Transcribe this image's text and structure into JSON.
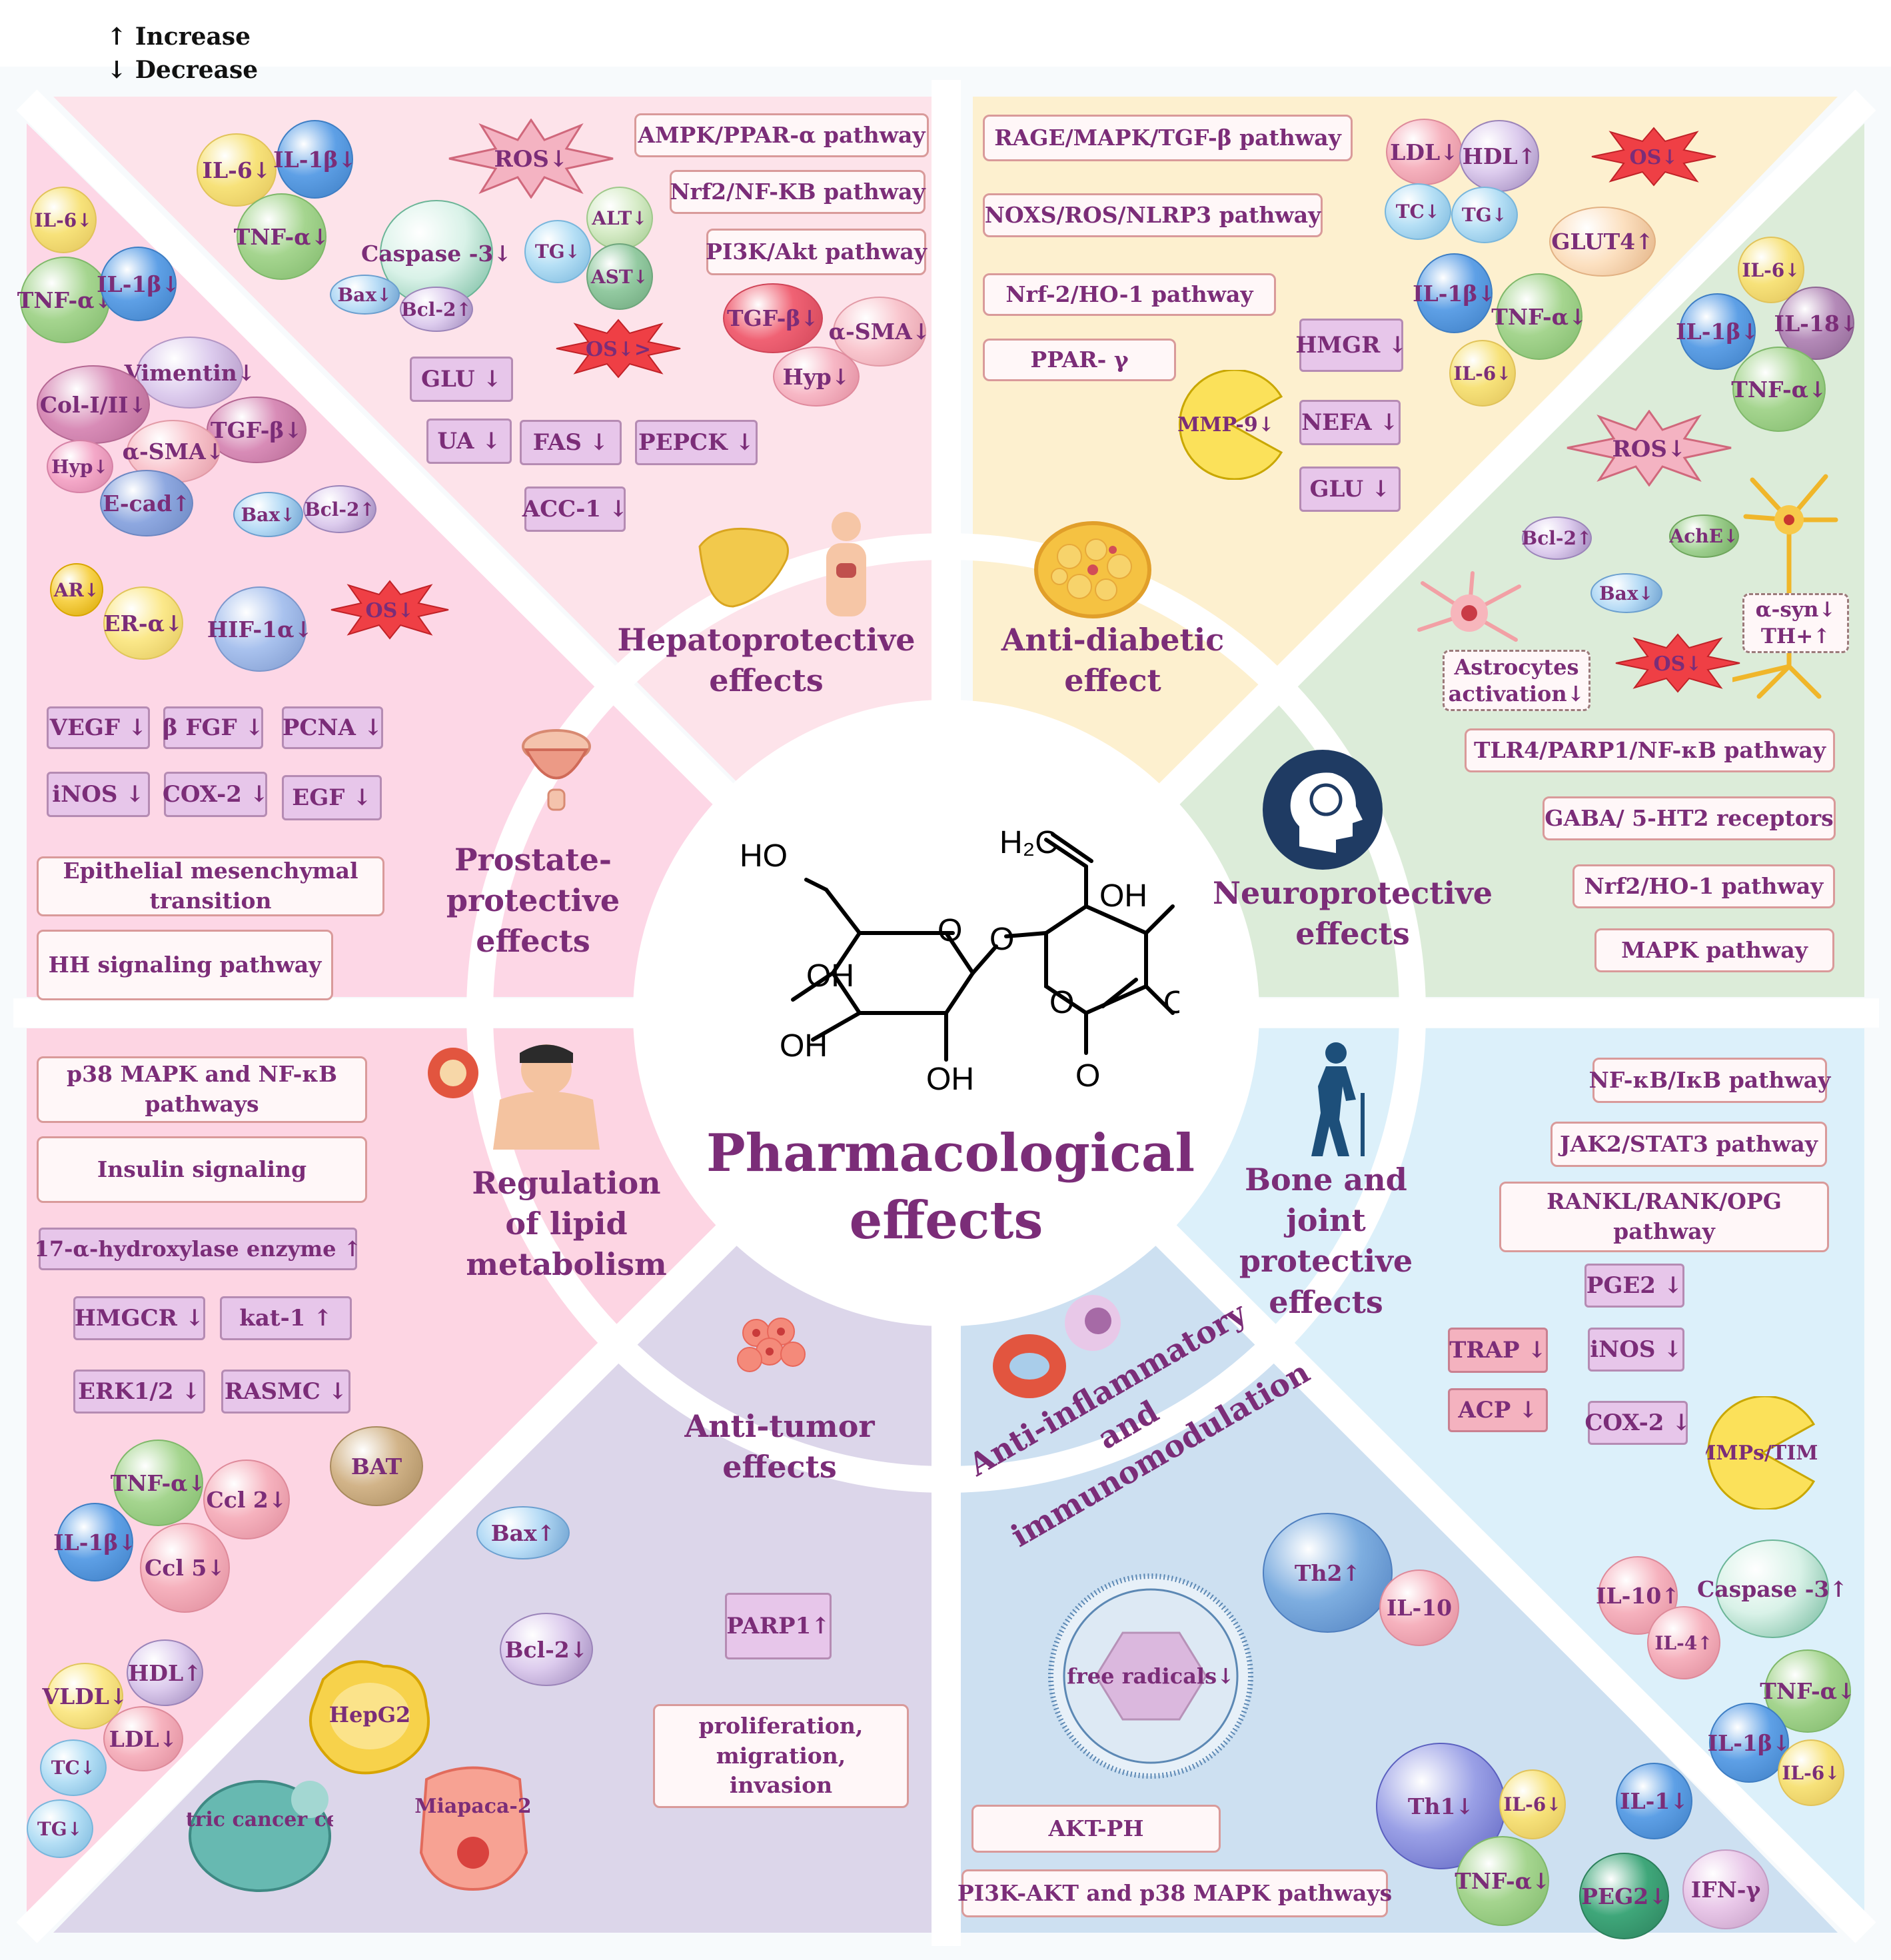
{
  "legend": {
    "increase": "↑ Increase",
    "decrease": "↓ Decrease"
  },
  "center": {
    "title_line1": "Pharmacological",
    "title_line2": "effects"
  },
  "molecule": {
    "ho": "HO",
    "h2c": "H₂C",
    "oh_top": "OH",
    "oh_inner": "OH",
    "oh_left": "OH",
    "oh_bottom": "OH",
    "o_ring1": "O",
    "o_link": "O",
    "o_ring2": "O",
    "o_ring3": "O",
    "o_carbonyl": "O"
  },
  "sections": {
    "hepato": [
      "Hepatoprotective",
      "effects"
    ],
    "diabetic": [
      "Anti-diabetic",
      "effect"
    ],
    "neuro": [
      "Neuroprotective",
      "effects"
    ],
    "bone": [
      "Bone and",
      "joint",
      "protective",
      "effects"
    ],
    "inflam": [
      "Anti-inflammatory",
      "and",
      "immunomodulation"
    ],
    "tumor": [
      "Anti-tumor",
      "effects"
    ],
    "lipid": [
      "Regulation",
      "of lipid",
      "metabolism"
    ],
    "prostate": [
      "Prostate-",
      "protective",
      "effects"
    ]
  },
  "boxes": {
    "ampk": "AMPK/PPAR-α pathway",
    "nrf2nfkb": "Nrf2/NF-KB pathway",
    "pi3k": "PI3K/Akt pathway",
    "rage": "RAGE/MAPK/TGF-β pathway",
    "noxs": "NOXS/ROS/NLRP3 pathway",
    "nrf2ho1_d": "Nrf-2/HO-1 pathway",
    "ppar": "PPAR- γ",
    "tlr4": "TLR4/PARP1/NF-κB pathway",
    "gaba": "GABA/ 5-HT2 receptors",
    "nrf2ho1_n": "Nrf2/HO-1 pathway",
    "mapk": "MAPK pathway",
    "emt": "Epithelial mesenchymal transition",
    "hh": "HH signaling pathway",
    "p38": "p38 MAPK and NF-κB pathways",
    "insulin": "Insulin signaling",
    "nfkb_ikb": "NF-κB/IκB pathway",
    "jak2": "JAK2/STAT3 pathway",
    "rankl": "RANKL/RANK/OPG pathway",
    "prolif": "proliferation, migration, invasion",
    "aktph": "AKT-PH",
    "pi3k_p38": "PI3K-AKT and p38 MAPK pathways"
  },
  "tags": {
    "glu_h": "GLU ↓",
    "ua": "UA ↓",
    "fas": "FAS ↓",
    "pepck": "PEPCK ↓",
    "acc1": "ACC-1 ↓",
    "hmgr": "HMGR ↓",
    "nefa": "NEFA ↓",
    "glu_d": "GLU ↓",
    "vegf": "VEGF ↓",
    "bfgf": "β FGF ↓",
    "pcna": "PCNA ↓",
    "inos_p": "iNOS ↓",
    "cox2_p": "COX-2 ↓",
    "egf": "EGF ↓",
    "hydrox": "17-α-hydroxylase enzyme ↑",
    "hmgcr": "HMGCR ↓",
    "kat1": "kat-1 ↑",
    "erk": "ERK1/2 ↓",
    "rasmc": "RASMC ↓",
    "pge2": "PGE2 ↓",
    "trap": "TRAP ↓",
    "inos_b": "iNOS ↓",
    "acp": "ACP ↓",
    "cox2_b": "COX-2 ↓",
    "parp1": "PARP1↑"
  },
  "markers": {
    "hep_il6": "IL-6↓",
    "hep_il1b": "IL-1β↓",
    "hep_tnfa": "TNF-α↓",
    "hep_casp3": "Caspase -3↓",
    "hep_bax": "Bax↓",
    "hep_bcl2": "Bcl-2↑",
    "hep_tg": "TG↓",
    "hep_alt": "ALT↓",
    "hep_ast": "AST↓",
    "hep_tgfb": "TGF-β↓",
    "hep_asma": "α-SMA↓",
    "hep_hyp": "Hyp↓",
    "hep_ros": "ROS↓",
    "hep_os": "OS↓>",
    "dia_ldl": "LDL↓",
    "dia_hdl": "HDL↑",
    "dia_tc": "TC↓",
    "dia_tg": "TG↓",
    "dia_os": "OS↓",
    "dia_glut4": "GLUT4↑",
    "dia_il1b": "IL-1β↓",
    "dia_tnfa": "TNF-α↓",
    "dia_il6": "IL-6↓",
    "dia_mmp9": "MMP-9↓",
    "neu_il6": "IL-6↓",
    "neu_il1b": "IL-1β↓",
    "neu_il18": "IL-18↓",
    "neu_tnfa": "TNF-α↓",
    "neu_ros": "ROS↓",
    "neu_bcl2": "Bcl-2↑",
    "neu_ache": "AchE↓",
    "neu_bax": "Bax↓",
    "neu_os": "OS↓",
    "neu_astro": "Astrocytes activation↓",
    "neu_asyn": "α-syn↓",
    "neu_th": "TH+↑",
    "pro_il6": "IL-6↓",
    "pro_tnfa": "TNF-α↓",
    "pro_il1b": "IL-1β↓",
    "pro_vim": "Vimentin↓",
    "pro_col": "Col-I/II↓",
    "pro_tgfb": "TGF-β↓",
    "pro_asma": "α-SMA↓",
    "pro_hyp": "Hyp↓",
    "pro_ecad": "E-cad↑",
    "pro_bax": "Bax↓",
    "pro_bcl2": "Bcl-2↑",
    "pro_ar": "AR↓",
    "pro_era": "ER-α↓",
    "pro_hif": "HIF-1α↓",
    "pro_os": "OS↓",
    "lip_tnfa": "TNF-α↓",
    "lip_ccl2": "Ccl 2↓",
    "lip_bat": "BAT",
    "lip_il1b": "IL-1β↓",
    "lip_ccl5": "Ccl 5↓",
    "lip_hdl": "HDL↑",
    "lip_vldl": "VLDL↓",
    "lip_ldl": "LDL↓",
    "lip_tc": "TC↓",
    "lip_tg": "TG↓",
    "tum_bax": "Bax↑",
    "tum_bcl2": "Bcl-2↓",
    "tum_hepg2": "HepG2",
    "tum_gastric": "gastric cancer cells",
    "tum_miapaca": "Miapaca-2",
    "inf_th2": "Th2↑",
    "inf_il10": "IL-10",
    "inf_free": "free radicals↓",
    "inf_th1": "Th1↓",
    "inf_il6": "IL-6↓",
    "inf_il1": "IL-1↓",
    "inf_tnfa": "TNF-α↓",
    "inf_peg2": "PEG2↓",
    "inf_ifng": "IFN-γ",
    "bon_mmps": "MMPs/TIMPs",
    "bon_casp3": "Caspase -3↑",
    "bon_il10": "IL-10↑",
    "bon_il4": "IL-4↑",
    "bon_tnfa": "TNF-α↓",
    "bon_il1b": "IL-1β↓",
    "bon_il6": "IL-6↓"
  },
  "colors": {
    "hepato_bg": "#fde3ea",
    "diabetic_bg": "#fdf0cf",
    "neuro_bg": "#dcecd9",
    "bone_bg": "#dcf0fa",
    "inflam_bg": "#cde0f1",
    "tumor_bg": "#dcd6ea",
    "lipid_bg": "#fdd5e3",
    "prostate_bg": "#fdd7e6",
    "text": "#7b2d78"
  }
}
